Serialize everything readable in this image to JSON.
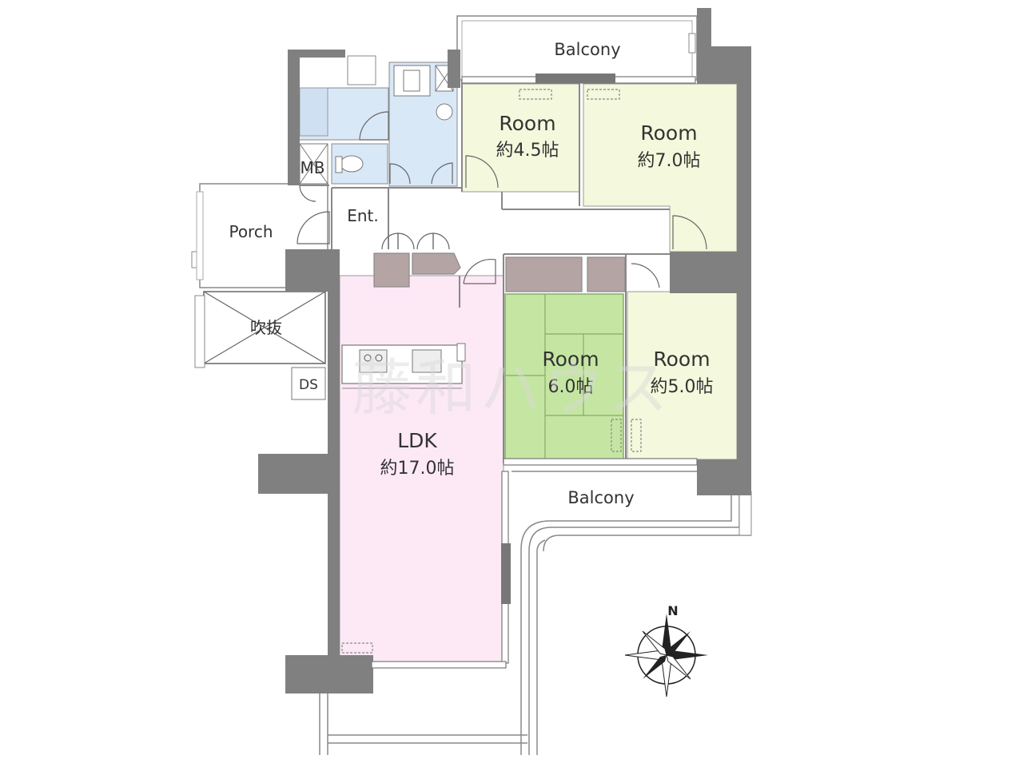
{
  "rooms": {
    "balcony_top": "Balcony",
    "room_a": {
      "name": "Room",
      "size": "約4.5帖"
    },
    "room_b": {
      "name": "Room",
      "size": "約7.0帖"
    },
    "room_c": {
      "name": "Room",
      "size": "6.0帖"
    },
    "room_d": {
      "name": "Room",
      "size": "約5.0帖"
    },
    "ldk": {
      "name": "LDK",
      "size": "約17.0帖"
    },
    "balcony_bottom": "Balcony",
    "porch": "Porch",
    "entrance": "Ent.",
    "mb": "MB",
    "ds": "DS",
    "void": "吹抜"
  },
  "compass": {
    "north": "N"
  },
  "watermark": "藤和ハウス",
  "colors": {
    "wall": "#808080",
    "room_green_light": "#f4f8dc",
    "tatami_green": "#c5e6a3",
    "ldk_pink": "#fde9f6",
    "wet_blue": "#d9e8f7",
    "closet_brown": "#b5a4a4"
  }
}
